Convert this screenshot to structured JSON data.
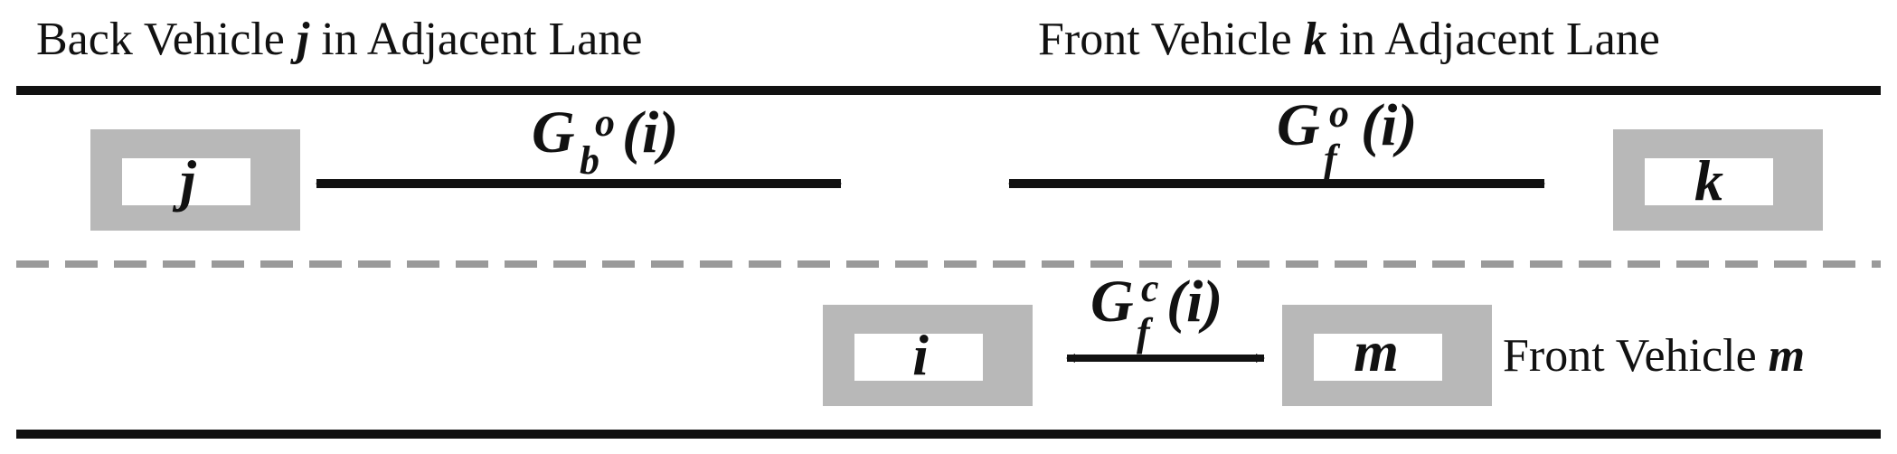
{
  "colors": {
    "ink": "#111111",
    "vehicle_fill": "#b8b8b8",
    "vehicle_window": "#ffffff",
    "dash": "#9a9a9a"
  },
  "headers": {
    "back_prefix": "Back Vehicle ",
    "back_var": "j",
    "back_suffix": " in Adjacent Lane",
    "front_prefix": "Front Vehicle ",
    "front_var": "k",
    "front_suffix": " in Adjacent Lane"
  },
  "vehicles": {
    "j": "j",
    "k": "k",
    "i": "i",
    "m": "m"
  },
  "gaps": {
    "back_adjacent": {
      "base": "G",
      "sub": "b",
      "sup": "o",
      "arg": "(i)"
    },
    "front_adjacent": {
      "base": "G",
      "sub": "f",
      "sup": "o",
      "arg": "(i)"
    },
    "front_current": {
      "base": "G",
      "sub": "f",
      "sup": "c",
      "arg": "(i)"
    }
  },
  "side_label": {
    "prefix": "Front Vehicle ",
    "var": "m"
  }
}
